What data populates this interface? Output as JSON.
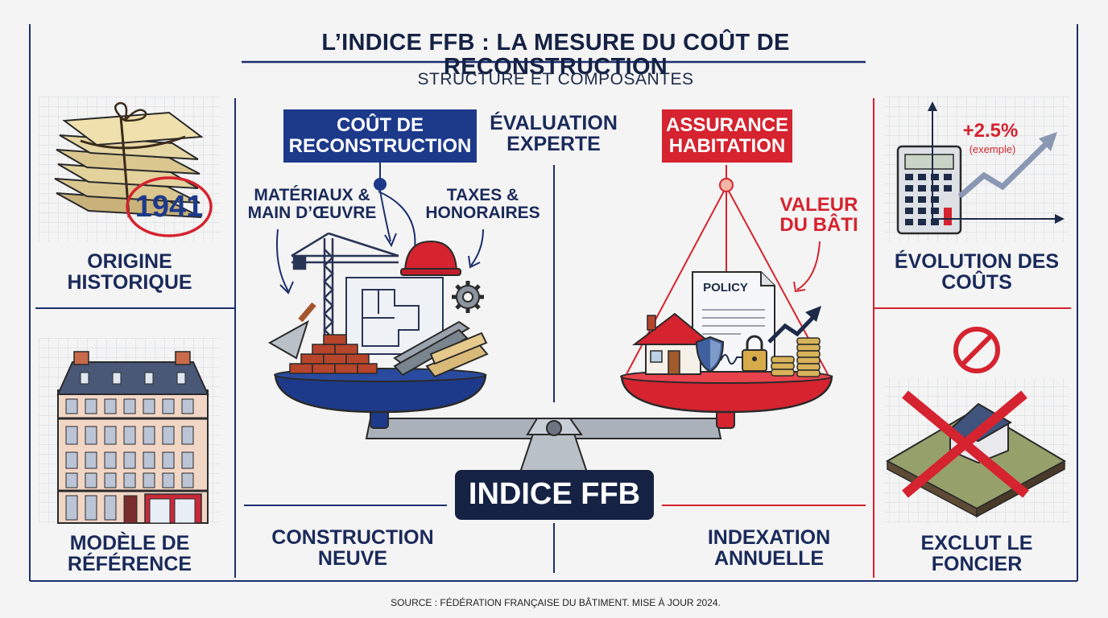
{
  "title": "L’INDICE FFB : LA MESURE DU COÛT DE RECONSTRUCTION",
  "subtitle": "STRUCTURE ET COMPOSANTES",
  "left_column": {
    "origin_year": "1941",
    "origin_label": "ORIGINE HISTORIQUE",
    "model_label": "MODÈLE DE RÉFÉRENCE"
  },
  "right_column": {
    "change_value": "+2.5%",
    "change_note": "(exemple)",
    "evolution_label": "ÉVOLUTION DES COÛTS",
    "exclusion_label": "EXCLUT LE FONCIER"
  },
  "center": {
    "cost_box": "COÛT DE RECONSTRUCTION",
    "expert_label": "ÉVALUATION EXPERTE",
    "insurance_box": "ASSURANCE HABITATION",
    "materials_label": "MATÉRIAUX & MAIN D’ŒUVRE",
    "taxes_label": "TAXES & HONORAIRES",
    "building_value_label": "VALEUR DU BÂTI",
    "policy_label": "POLICY",
    "index_label": "INDICE FFB",
    "new_construction_label": "CONSTRUCTION NEUVE",
    "annual_indexation_label": "INDEXATION ANNUELLE"
  },
  "source": "SOURCE : FÉDÉRATION FRANÇAISE DU BÂTIMENT. MISE À JOUR 2024.",
  "colors": {
    "navy": "#152c78",
    "red": "#d5232f",
    "dark": "#152244",
    "slate": "#9aa3ad"
  }
}
